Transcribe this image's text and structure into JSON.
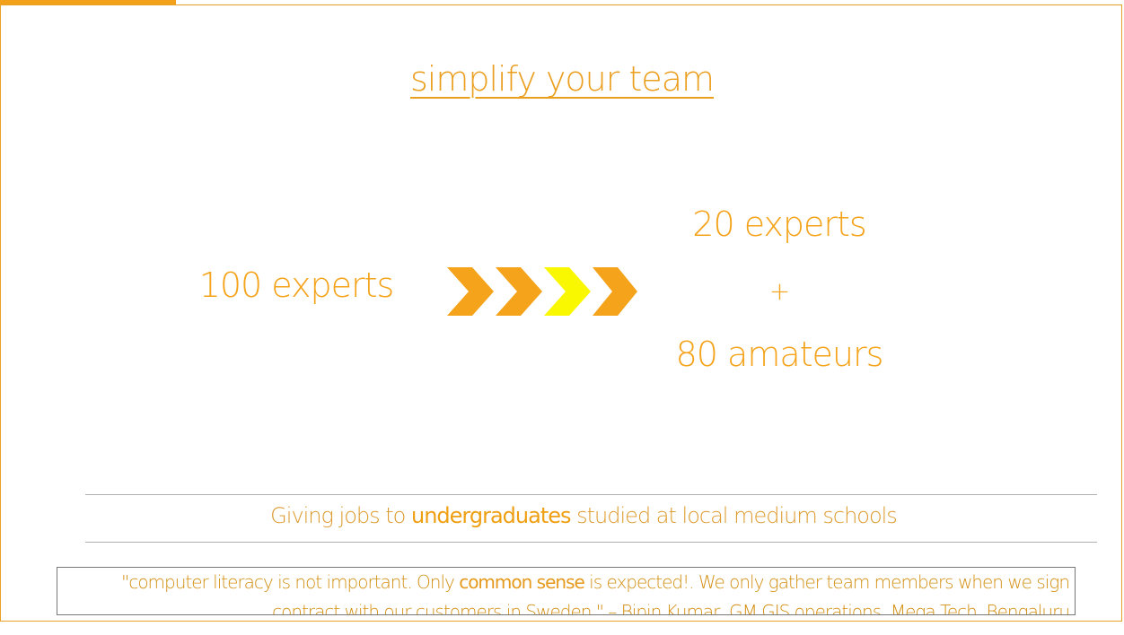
{
  "slide": {
    "title": "simplify your team",
    "left_count": "100 experts",
    "right_top": "20 experts",
    "plus": "+",
    "right_bottom": "80 amateurs",
    "tagline": {
      "pre": "Giving jobs to ",
      "bold": "undergraduates",
      "post": " studied at local medium schools"
    },
    "quote": {
      "pre": "\"computer literacy is not important. Only ",
      "bold": "common sense",
      "post": " is expected!. We only gather team members when we sign contract with our customers in Sweden.\" – Bipin Kumar, GM GIS operations, Mega Tech, Bengaluru"
    }
  },
  "colors": {
    "accent": "#f4a31a",
    "highlight_arrow": "#f9f800",
    "frame": "#e8a127"
  },
  "icons": [
    "chevron-right-icon",
    "chevron-right-icon",
    "chevron-right-icon",
    "chevron-right-icon"
  ]
}
